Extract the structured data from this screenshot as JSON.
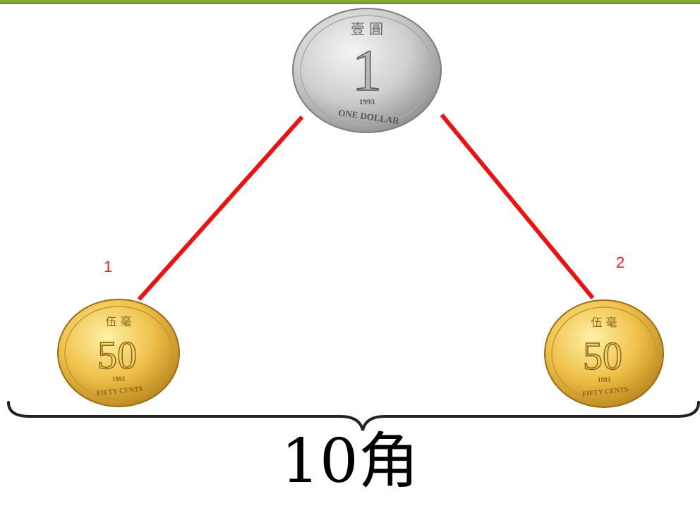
{
  "coins": {
    "top": {
      "numeral": "1",
      "chinese": "壹 圓",
      "year": "1993",
      "text": "ONE DOLLAR"
    },
    "left": {
      "numeral": "50",
      "chinese": "伍 毫",
      "year": "1993",
      "text": "FIFTY CENTS"
    },
    "right": {
      "numeral": "50",
      "chinese": "伍 毫",
      "year": "1993",
      "text": "FIFTY CENTS"
    }
  },
  "labels": {
    "left": "1",
    "right": "2"
  },
  "total": "10角",
  "colors": {
    "line": "#ee1111",
    "silver": "#c9c9c9",
    "gold": "#e8b83c",
    "accent_bar": "#7aa030"
  }
}
